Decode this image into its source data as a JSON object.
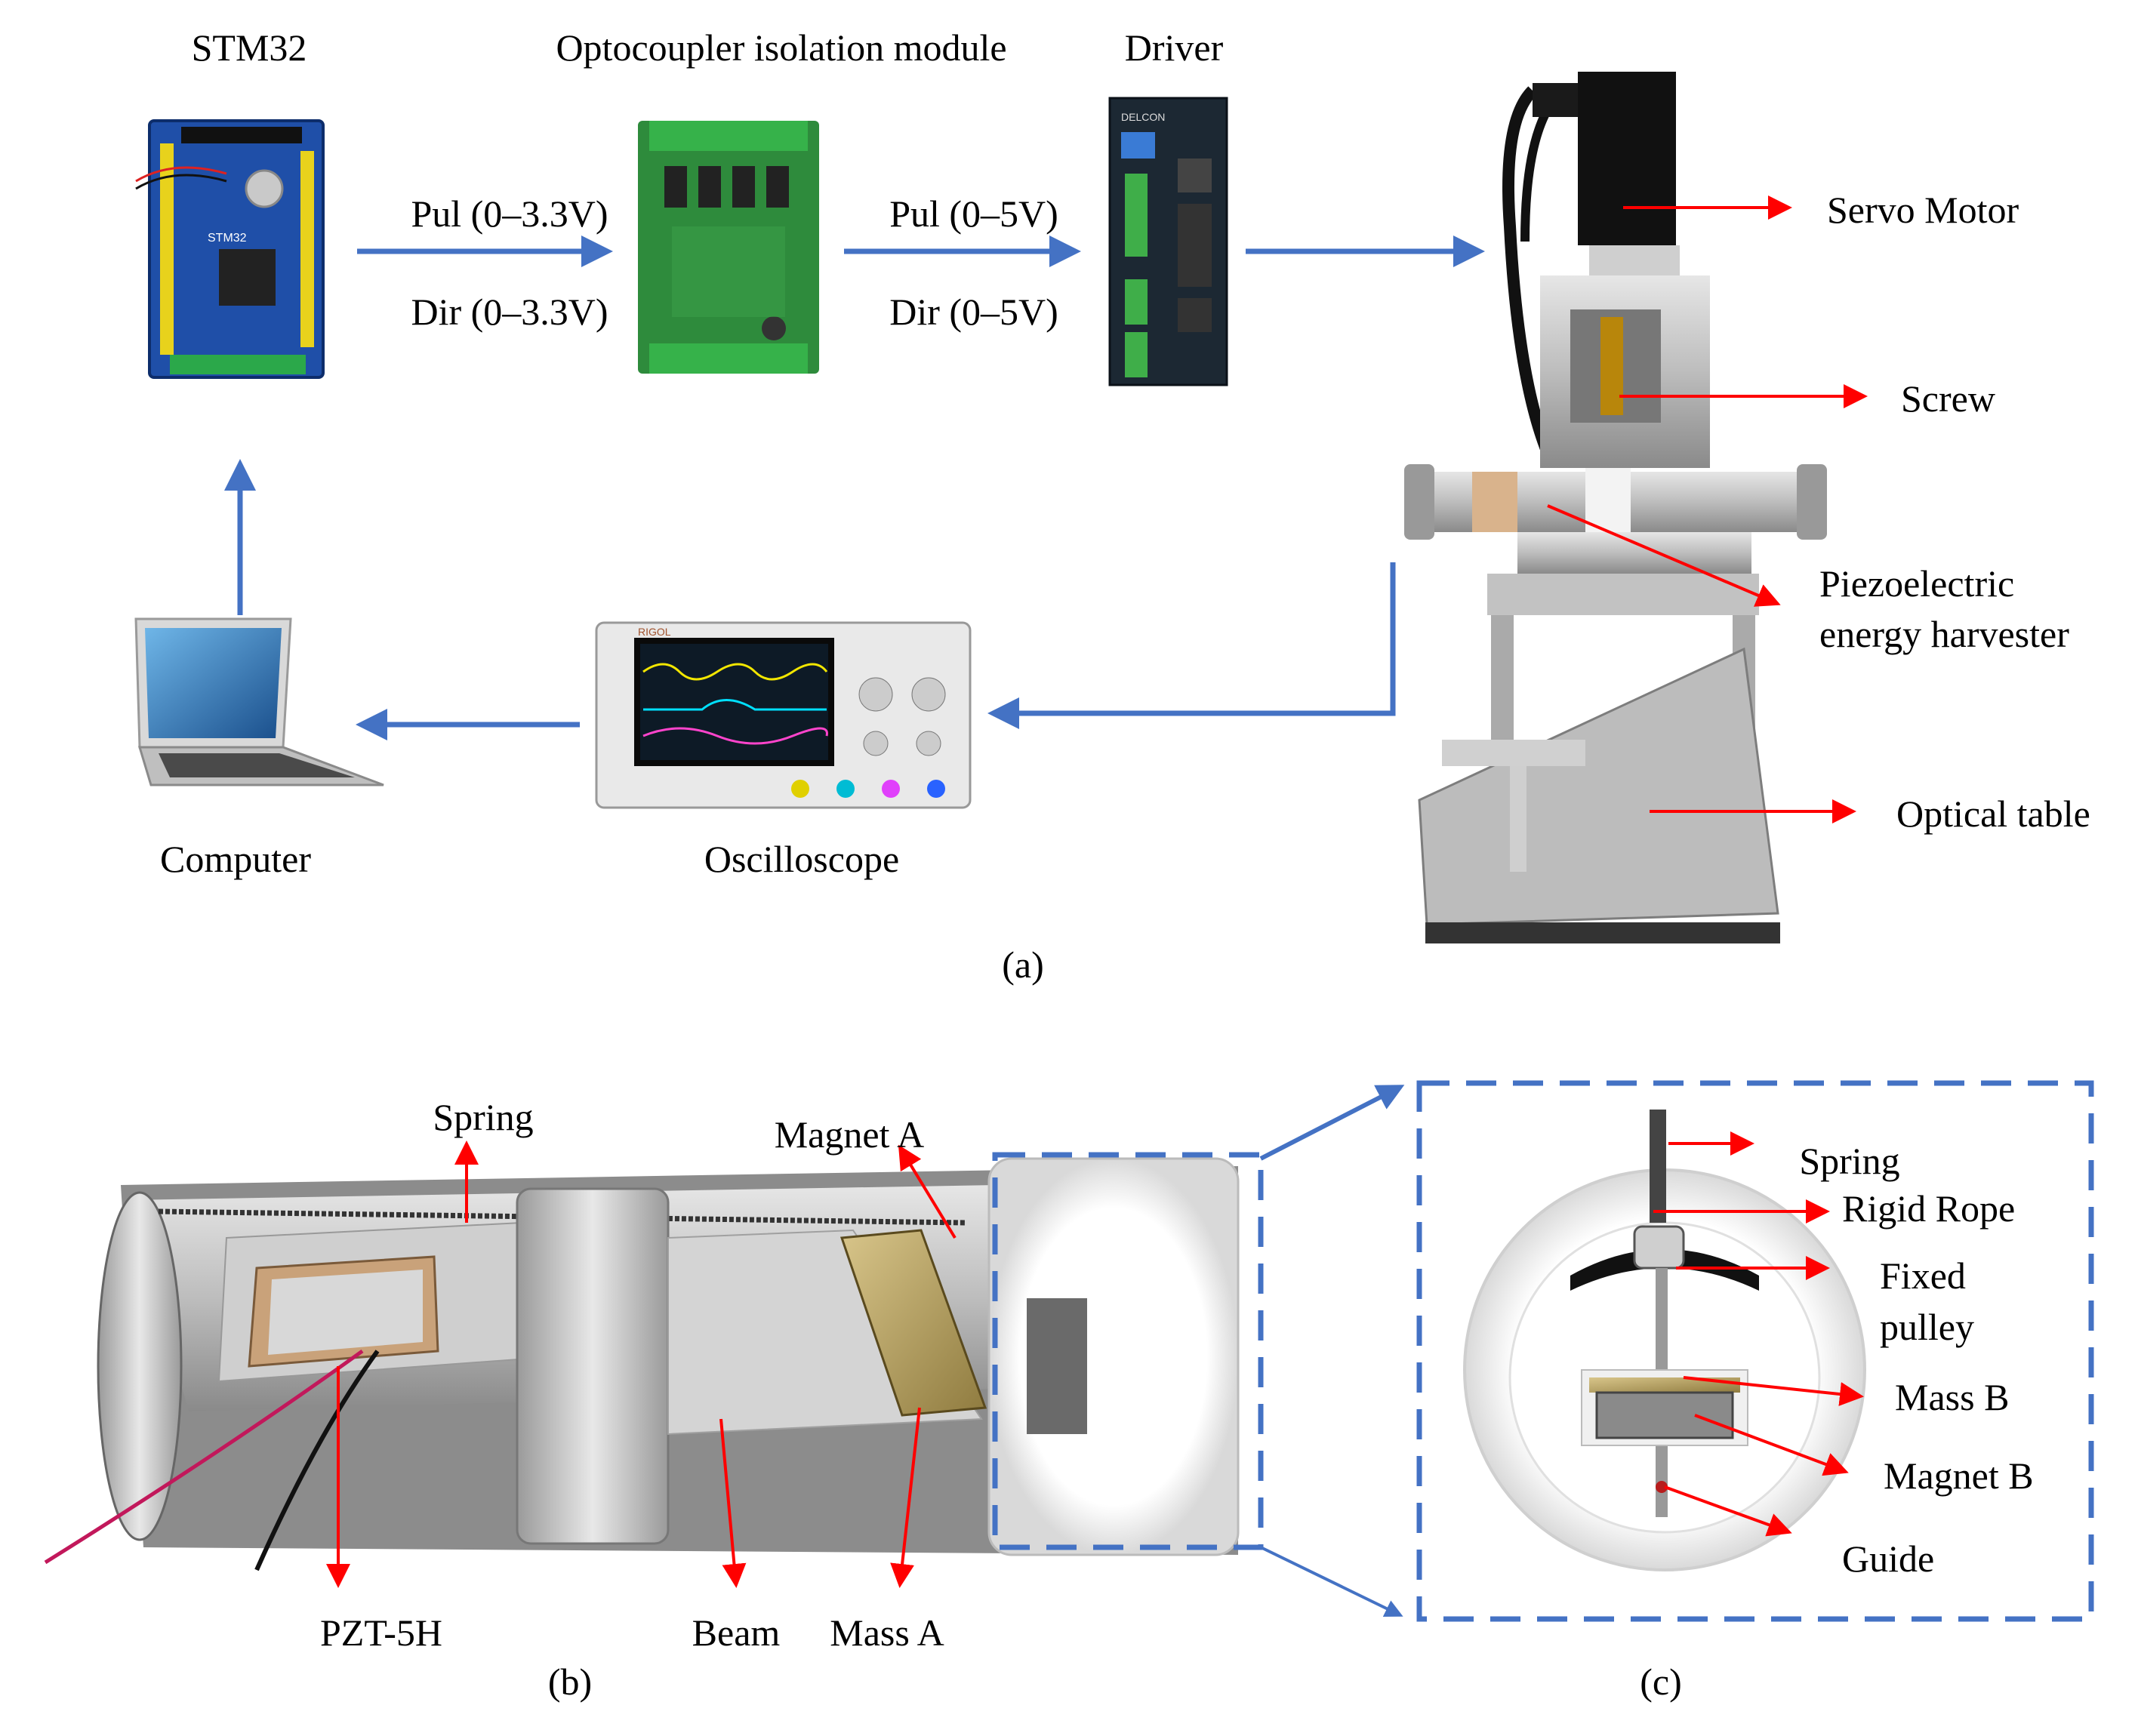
{
  "panel_a": {
    "caption": "(a)",
    "stm32": "STM32",
    "optocoupler": "Optocoupler isolation module",
    "driver": "Driver",
    "pul_33": "Pul (0–3.3V)",
    "dir_33": "Dir (0–3.3V)",
    "pul_5": "Pul (0–5V)",
    "dir_5": "Dir (0–5V)",
    "servo_motor": "Servo Motor",
    "screw": "Screw",
    "piezo_line1": "Piezoelectric",
    "piezo_line2": "energy harvester",
    "optical_table": "Optical table",
    "computer": "Computer",
    "oscilloscope": "Oscilloscope",
    "board_print": "STM32",
    "scope_brand": "RIGOL",
    "driver_brand": "DELCON"
  },
  "panel_b": {
    "caption": "(b)",
    "spring": "Spring",
    "magnet_a": "Magnet A",
    "pzt": "PZT-5H",
    "beam": "Beam",
    "mass_a": "Mass A"
  },
  "panel_c": {
    "caption": "(c)",
    "spring": "Spring",
    "rigid_rope": "Rigid Rope",
    "fixed_pulley_line1": "Fixed",
    "fixed_pulley_line2": "pulley",
    "mass_b": "Mass B",
    "magnet_b": "Magnet B",
    "guide": "Guide"
  },
  "colors": {
    "flow_arrow": "#4472c4",
    "pointer_arrow": "#ff0000",
    "dashed_box": "#4472c4"
  }
}
